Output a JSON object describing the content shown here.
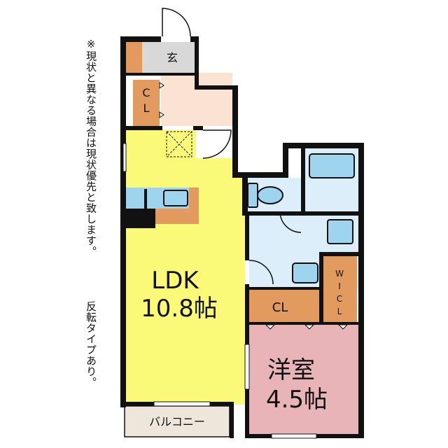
{
  "notes": {
    "line1": "※現状と異なる場合は現状優先と致します。",
    "line2": "反転タイプあり。"
  },
  "rooms": {
    "entrance": "玄",
    "cl_entrance": "C\nL",
    "ldk_name": "LDK",
    "ldk_size": "10.8帖",
    "cl_bedroom": "CL",
    "wicl": "W\nI\nC\nL",
    "bedroom_name": "洋室",
    "bedroom_size": "4.5帖",
    "balcony": "バルコニー"
  },
  "colors": {
    "ldk": "#fafa78",
    "bedroom": "#e8b4b8",
    "closet": "#e39a5e",
    "entrance_floor": "#d8d8d8",
    "hall": "#fbe3d3",
    "wet_area": "#dbeefa",
    "fixture": "#9fd4ee",
    "balcony": "#eee6da",
    "wall": "#111111"
  }
}
